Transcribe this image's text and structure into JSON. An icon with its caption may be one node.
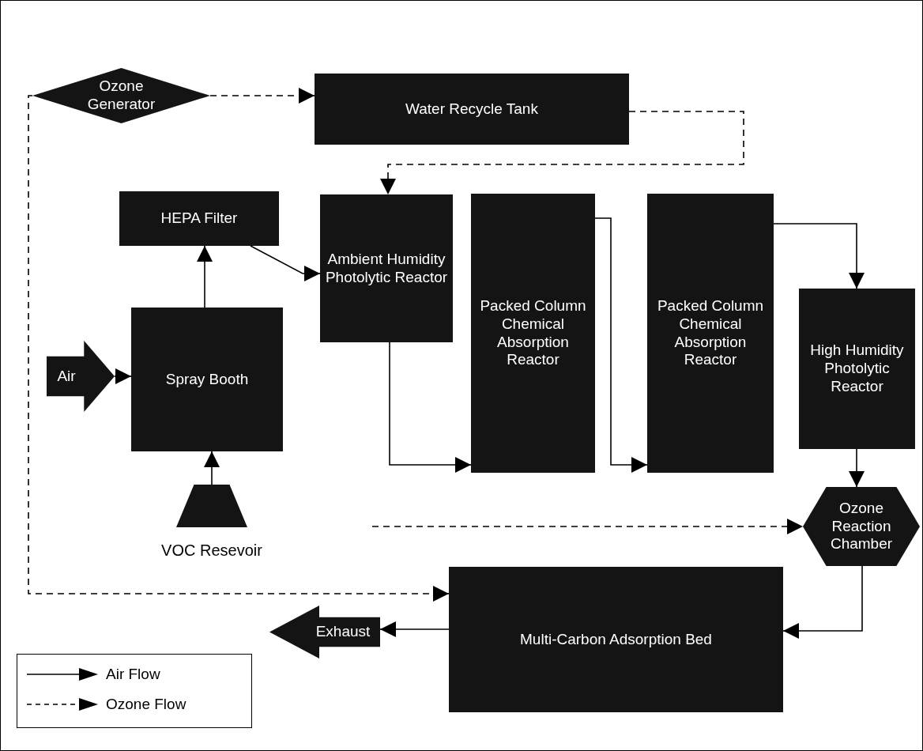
{
  "diagram": {
    "nodes": [
      {
        "text": [
          "Ozone Generator"
        ]
      },
      {
        "text": [
          "Water Recycle Tank"
        ]
      },
      {
        "text": [
          "HEPA Filter"
        ]
      },
      {
        "text": [
          "Ambient Humidity Photolytic Reactor"
        ]
      },
      {
        "text": [
          "Packed Column Chemical Absorption Reactor"
        ]
      },
      {
        "text": [
          "Packed Column Chemical Absorption Reactor"
        ]
      },
      {
        "text": [
          "Air"
        ]
      },
      {
        "text": [
          "Spray Booth"
        ]
      },
      {
        "text": [
          "High Humidity Photolytic Reactor"
        ]
      },
      {
        "text": [],
        "shape": "trapezoid",
        "beside": [
          "VOC Resevoir"
        ]
      },
      {
        "text": [
          "Ozone Reaction Chamber"
        ]
      },
      {
        "text": [
          "Multi-Carbon Adsorption Bed"
        ]
      },
      {
        "text": [
          "Exhaust"
        ]
      }
    ],
    "edges": [
      {
        "from": 0,
        "to": 1,
        "arrow": "to",
        "style": "dashed"
      },
      {
        "from": 1,
        "to": 3,
        "arrow": "to",
        "style": "dashed"
      },
      {
        "from": 0,
        "to": 11,
        "arrow": "to",
        "style": "dashed"
      },
      {
        "from": null,
        "to": 10,
        "arrow": "to",
        "style": "dashed"
      },
      {
        "from": 6,
        "to": 7,
        "arrow": "to"
      },
      {
        "from": 9,
        "to": 7,
        "arrow": "to"
      },
      {
        "from": 7,
        "to": 2,
        "arrow": "to"
      },
      {
        "from": 2,
        "to": 3,
        "arrow": "to"
      },
      {
        "from": 3,
        "to": 4,
        "arrow": "to"
      },
      {
        "from": 4,
        "to": 5,
        "arrow": "to"
      },
      {
        "from": 5,
        "to": 8,
        "arrow": "to"
      },
      {
        "from": 8,
        "to": 10,
        "arrow": "to"
      },
      {
        "from": 10,
        "to": 11,
        "arrow": "to"
      },
      {
        "from": 11,
        "to": 12,
        "arrow": "to"
      }
    ],
    "legend": [
      {
        "text": "Air Flow"
      },
      {
        "text": "Ozone Flow"
      }
    ]
  }
}
